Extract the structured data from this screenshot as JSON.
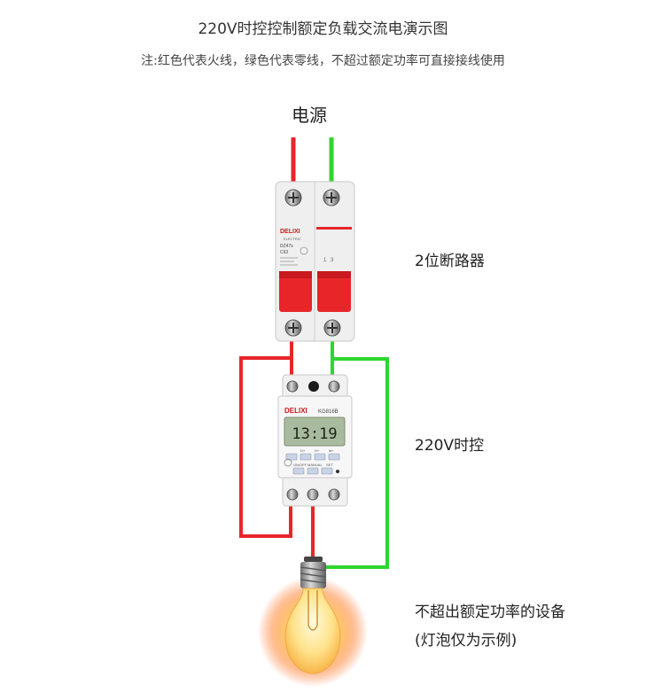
{
  "header": {
    "title": "220V时控控制额定负载交流电演示图",
    "subtitle": "注:红色代表火线，绿色代表零线，不超过额定功率可直接接线使用"
  },
  "labels": {
    "power_source": "电源",
    "breaker": "2位断路器",
    "timer": "220V时控",
    "device_line1": "不超出额定功率的设备",
    "device_line2": "(灯泡仅为示例)"
  },
  "breaker_device": {
    "brand": "DELIXI",
    "sub_brand": "ELECTRIC",
    "model": "DZ47s",
    "rating": "C63",
    "pole_left": "1",
    "pole_right": "3"
  },
  "timer_device": {
    "brand": "DELIXI",
    "model": "KG816B",
    "display": "13:19",
    "buttons": [
      "D+",
      "H+",
      "M+",
      "ON/OFF",
      "MANUAL",
      "SET"
    ]
  },
  "colors": {
    "live_wire": "#e8262a",
    "neutral_wire": "#2ed62e",
    "breaker_handle": "#e8262a",
    "device_body": "#f1f1f1",
    "lcd_background": "#a9bb9f"
  },
  "icons": {
    "bulb": "light-bulb-icon",
    "terminal": "screw-terminal-icon"
  }
}
